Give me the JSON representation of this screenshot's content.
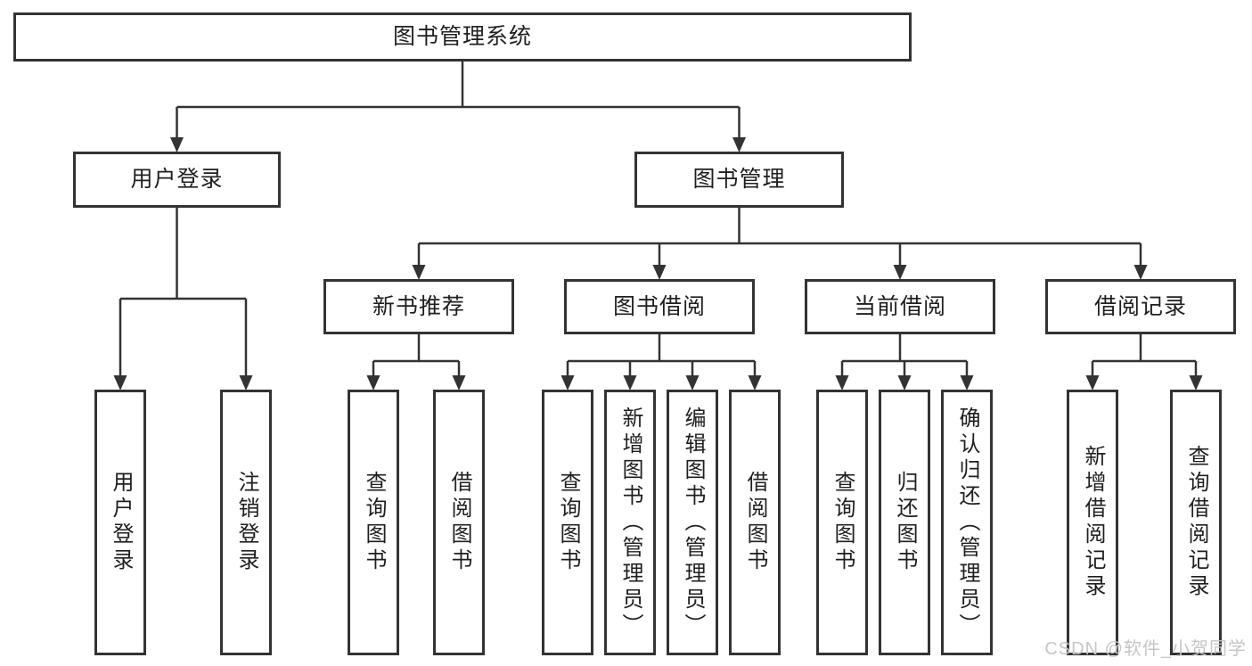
{
  "colors": {
    "line_color": "#333333",
    "box_background": "#ffffff",
    "label_text": "#1f1f1f",
    "watermark_text": "#c6c6c6"
  },
  "tree": {
    "root": {
      "label": "图书管理系统"
    },
    "children": [
      {
        "label": "用户登录",
        "children": [
          {
            "label": "用户登录"
          },
          {
            "label": "注销登录"
          }
        ]
      },
      {
        "label": "图书管理",
        "children": [
          {
            "label": "新书推荐",
            "children": [
              {
                "label": "查询图书"
              },
              {
                "label": "借阅图书"
              }
            ]
          },
          {
            "label": "图书借阅",
            "children": [
              {
                "label": "查询图书"
              },
              {
                "label": "新增图书（管理员）"
              },
              {
                "label": "编辑图书（管理员）"
              },
              {
                "label": "借阅图书"
              }
            ]
          },
          {
            "label": "当前借阅",
            "children": [
              {
                "label": "查询图书"
              },
              {
                "label": "归还图书"
              },
              {
                "label": "确认归还（管理员）"
              }
            ]
          },
          {
            "label": "借阅记录",
            "children": [
              {
                "label": "新增借阅记录"
              },
              {
                "label": "查询借阅记录"
              }
            ]
          }
        ]
      }
    ]
  },
  "watermark": {
    "text": "CSDN @软件_小贺同学"
  }
}
